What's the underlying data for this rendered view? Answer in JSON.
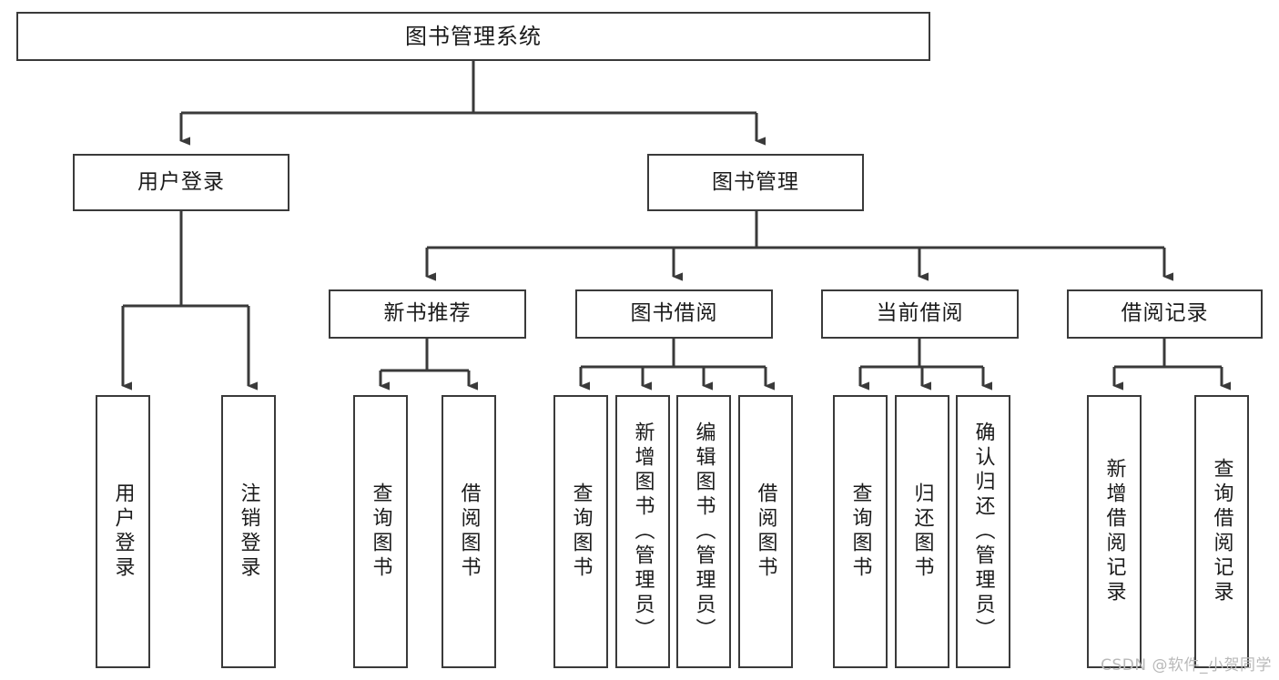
{
  "diagram": {
    "title": "图书管理系统",
    "type": "hierarchy-tree",
    "watermark": "CSDN @软件_小贺同学",
    "colors": {
      "box_border": "#3a3a3a",
      "box_fill": "#ffffff",
      "edge": "#3a3a3a",
      "text": "#1b1b1b",
      "watermark": "#b9b9b9"
    },
    "nodes": {
      "root": {
        "label": "图书管理系统"
      },
      "level2": [
        {
          "id": "user-login",
          "label": "用户登录"
        },
        {
          "id": "book-manage",
          "label": "图书管理"
        }
      ],
      "level3": [
        {
          "id": "new-book-recommend",
          "label": "新书推荐"
        },
        {
          "id": "book-borrow",
          "label": "图书借阅"
        },
        {
          "id": "current-borrow",
          "label": "当前借阅"
        },
        {
          "id": "borrow-record",
          "label": "借阅记录"
        }
      ],
      "leaves": {
        "user_login": [
          {
            "id": "leaf-user-login",
            "label": "用户登录"
          },
          {
            "id": "leaf-logout-login",
            "label": "注销登录"
          }
        ],
        "new_book_recommend": [
          {
            "id": "leaf-query-book-1",
            "label": "查询图书"
          },
          {
            "id": "leaf-borrow-book-1",
            "label": "借阅图书"
          }
        ],
        "book_borrow": [
          {
            "id": "leaf-query-book-2",
            "label": "查询图书"
          },
          {
            "id": "leaf-add-book-admin",
            "label": "新增图书（管理员）"
          },
          {
            "id": "leaf-edit-book-admin",
            "label": "编辑图书（管理员）"
          },
          {
            "id": "leaf-borrow-book-2",
            "label": "借阅图书"
          }
        ],
        "current_borrow": [
          {
            "id": "leaf-query-book-3",
            "label": "查询图书"
          },
          {
            "id": "leaf-return-book",
            "label": "归还图书"
          },
          {
            "id": "leaf-confirm-return-admin",
            "label": "确认归还（管理员）"
          }
        ],
        "borrow_record": [
          {
            "id": "leaf-add-borrow-record",
            "label": "新增借阅记录"
          },
          {
            "id": "leaf-query-borrow-record",
            "label": "查询借阅记录"
          }
        ]
      }
    }
  }
}
